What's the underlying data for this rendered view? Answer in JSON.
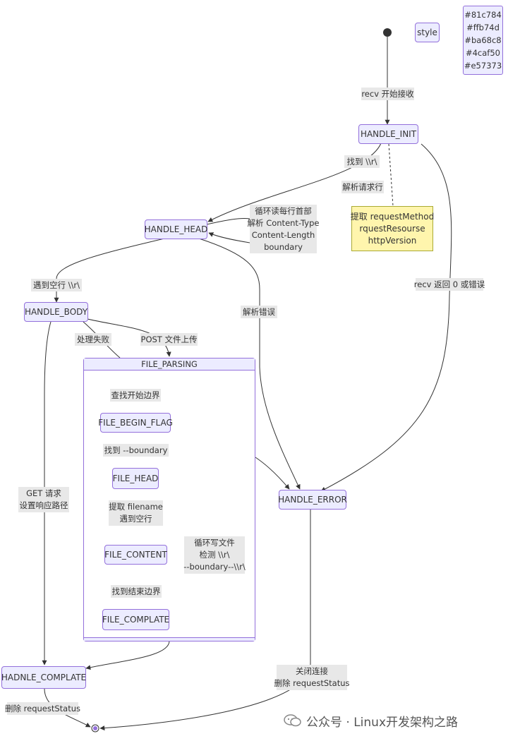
{
  "style_node": "style",
  "legend": [
    "#81c784",
    "#ffb74d",
    "#ba68c8",
    "#4caf50",
    "#e57373"
  ],
  "states": {
    "handle_init": "HANDLE_INIT",
    "handle_head": "HANDLE_HEAD",
    "handle_body": "HANDLE_BODY",
    "handle_error": "HANDLE_ERROR",
    "hadnle_complate": "HADNLE_COMPLATE",
    "file_begin_flag": "FILE_BEGIN_FLAG",
    "file_head": "FILE_HEAD",
    "file_content": "FILE_CONTENT",
    "file_complate": "FILE_COMPLATE"
  },
  "cluster_title": "FILE_PARSING",
  "note": [
    "提取 requestMethod",
    "rquestResourse",
    "httpVersion"
  ],
  "labels": {
    "recv_start": [
      "recv 开始接收"
    ],
    "find_crlf": [
      "找到 \\\\r\\"
    ],
    "parse_request_line": [
      "解析请求行"
    ],
    "head_loop": [
      "循环读每行首部",
      "解析 Content-Type",
      "Content-Length",
      "boundary"
    ],
    "recv_error": [
      "recv 返回 0 或错误"
    ],
    "blank_line": [
      "遇到空行 \\\\r\\"
    ],
    "parse_error": [
      "解析错误"
    ],
    "process_fail": [
      "处理失败"
    ],
    "post_upload": [
      "POST 文件上传"
    ],
    "get_request": [
      "GET 请求",
      "设置响应路径"
    ],
    "find_begin": [
      "查找开始边界"
    ],
    "find_boundary": [
      "找到 --boundary"
    ],
    "extract_filename": [
      "提取 filename",
      "遇到空行"
    ],
    "content_loop": [
      "循环写文件",
      "检测 \\\\r\\",
      "--boundary--\\\\r\\"
    ],
    "find_end": [
      "找到结束边界"
    ],
    "close_conn": [
      "关闭连接",
      "删除 requestStatus"
    ],
    "delete_status": [
      "删除 requestStatus"
    ]
  },
  "watermark": "公众号 · Linux开发架构之路"
}
